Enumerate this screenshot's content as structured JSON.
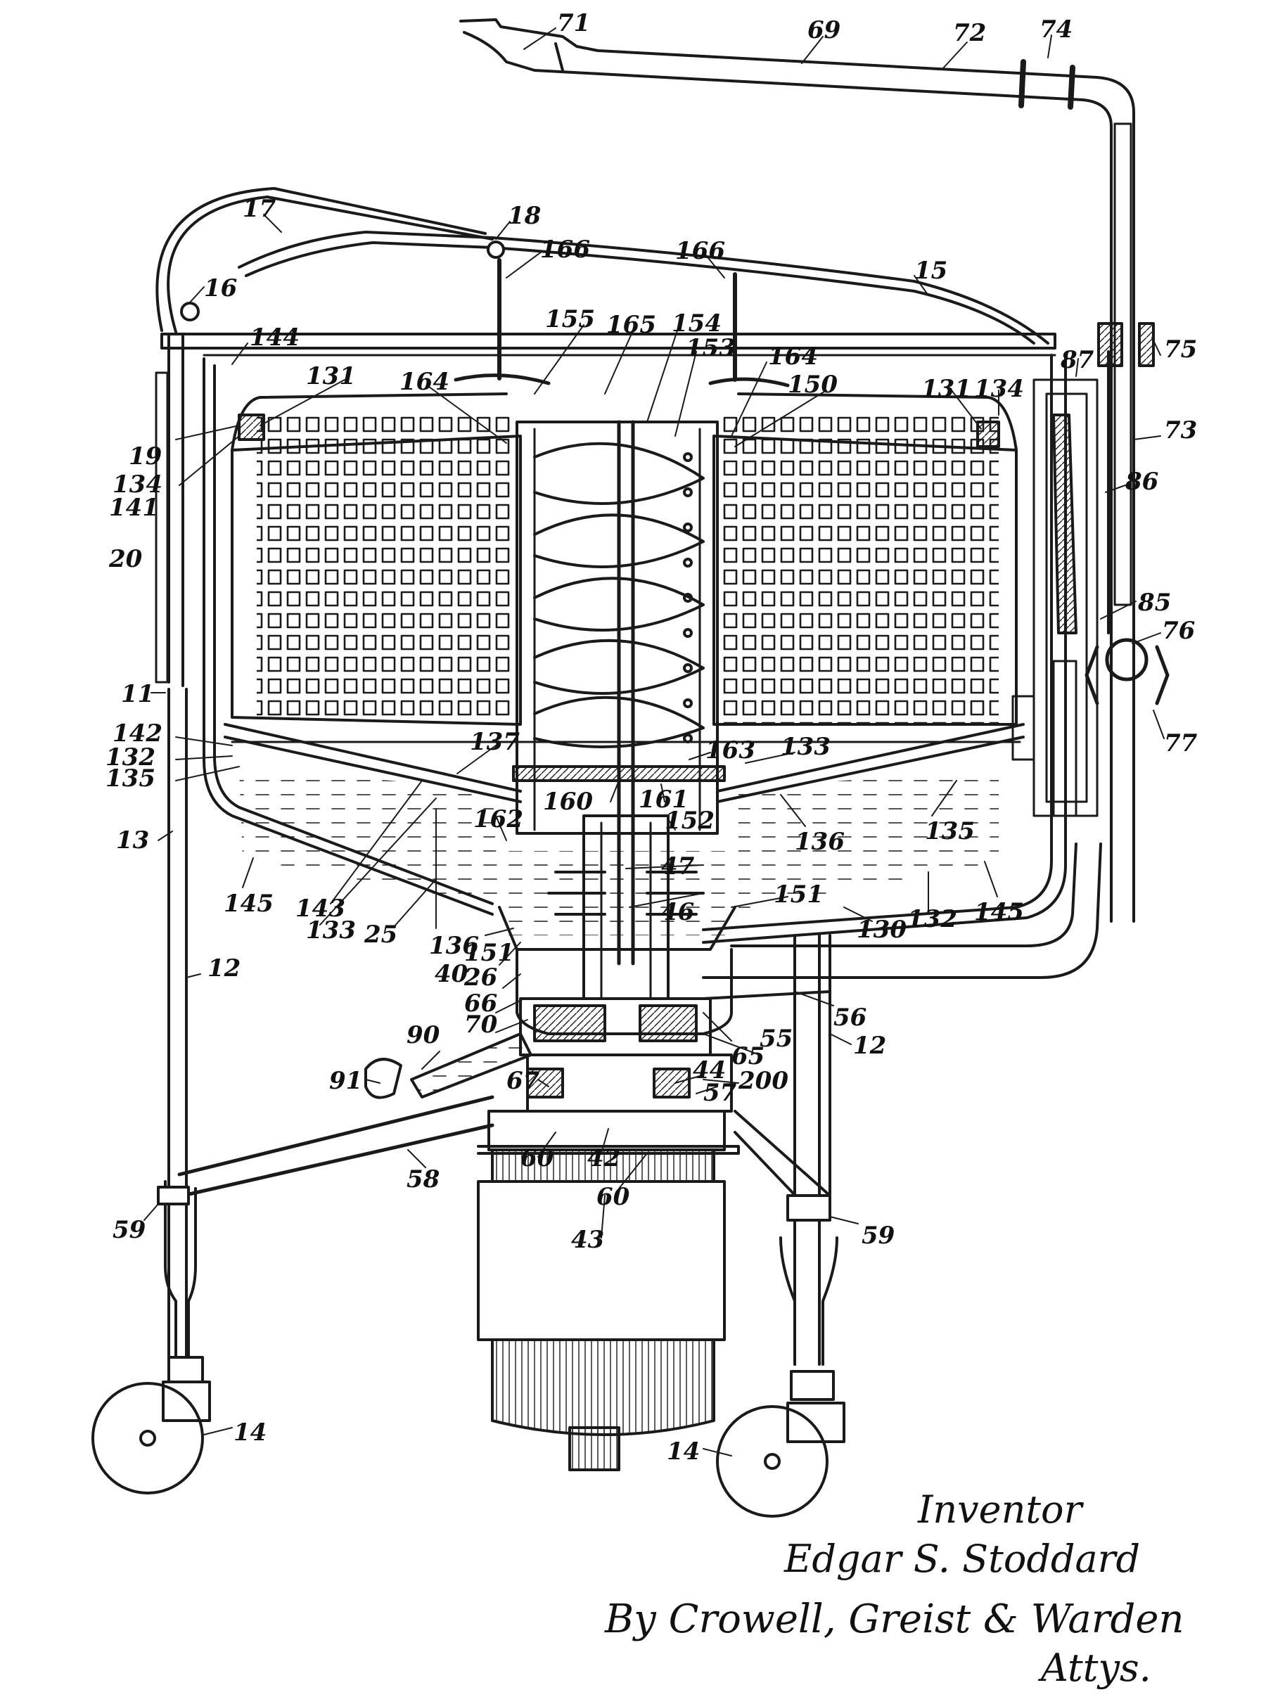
{
  "refs": {
    "r71": "71",
    "r69": "69",
    "r72": "72",
    "r74": "74",
    "r17": "17",
    "r18": "18",
    "r166a": "166",
    "r166b": "166",
    "r15": "15",
    "r16": "16",
    "r144": "144",
    "r155": "155",
    "r165": "165",
    "r154": "154",
    "r153": "153",
    "r164a": "164",
    "r164b": "164",
    "r150": "150",
    "r131a": "131",
    "r131b": "131",
    "r134a": "134",
    "r134b": "134",
    "r87": "87",
    "r75": "75",
    "r73": "73",
    "r86": "86",
    "r19": "19",
    "r141": "141",
    "r20": "20",
    "r85": "85",
    "r76": "76",
    "r11": "11",
    "r142": "142",
    "r132a": "132",
    "r135a": "135",
    "r137": "137",
    "r133a": "133",
    "r163": "163",
    "r77": "77",
    "r160": "160",
    "r161": "161",
    "r152": "152",
    "r136a": "136",
    "r135b": "135",
    "r13": "13",
    "r162": "162",
    "r47": "47",
    "r46": "46",
    "r151a": "151",
    "r145a": "145",
    "r145b": "145",
    "r143": "143",
    "r133b": "133",
    "r25": "25",
    "r136b": "136",
    "r151b": "151",
    "r130": "130",
    "r132b": "132",
    "r40": "40",
    "r26": "26",
    "r12a": "12",
    "r66": "66",
    "r70": "70",
    "r56": "56",
    "r55": "55",
    "r65": "65",
    "r12b": "12",
    "r90": "90",
    "r91": "91",
    "r67": "67",
    "r44": "44",
    "r200": "200",
    "r57": "57",
    "r60a": "60",
    "r42": "42",
    "r58": "58",
    "r60b": "60",
    "r59a": "59",
    "r59b": "59",
    "r43": "43",
    "r14a": "14",
    "r14b": "14"
  },
  "signature": {
    "inventor_label": "Inventor",
    "inventor_name": "Edgar S. Stoddard",
    "by_line": "By Crowell, Greist & Warden",
    "attys": "Attys."
  }
}
